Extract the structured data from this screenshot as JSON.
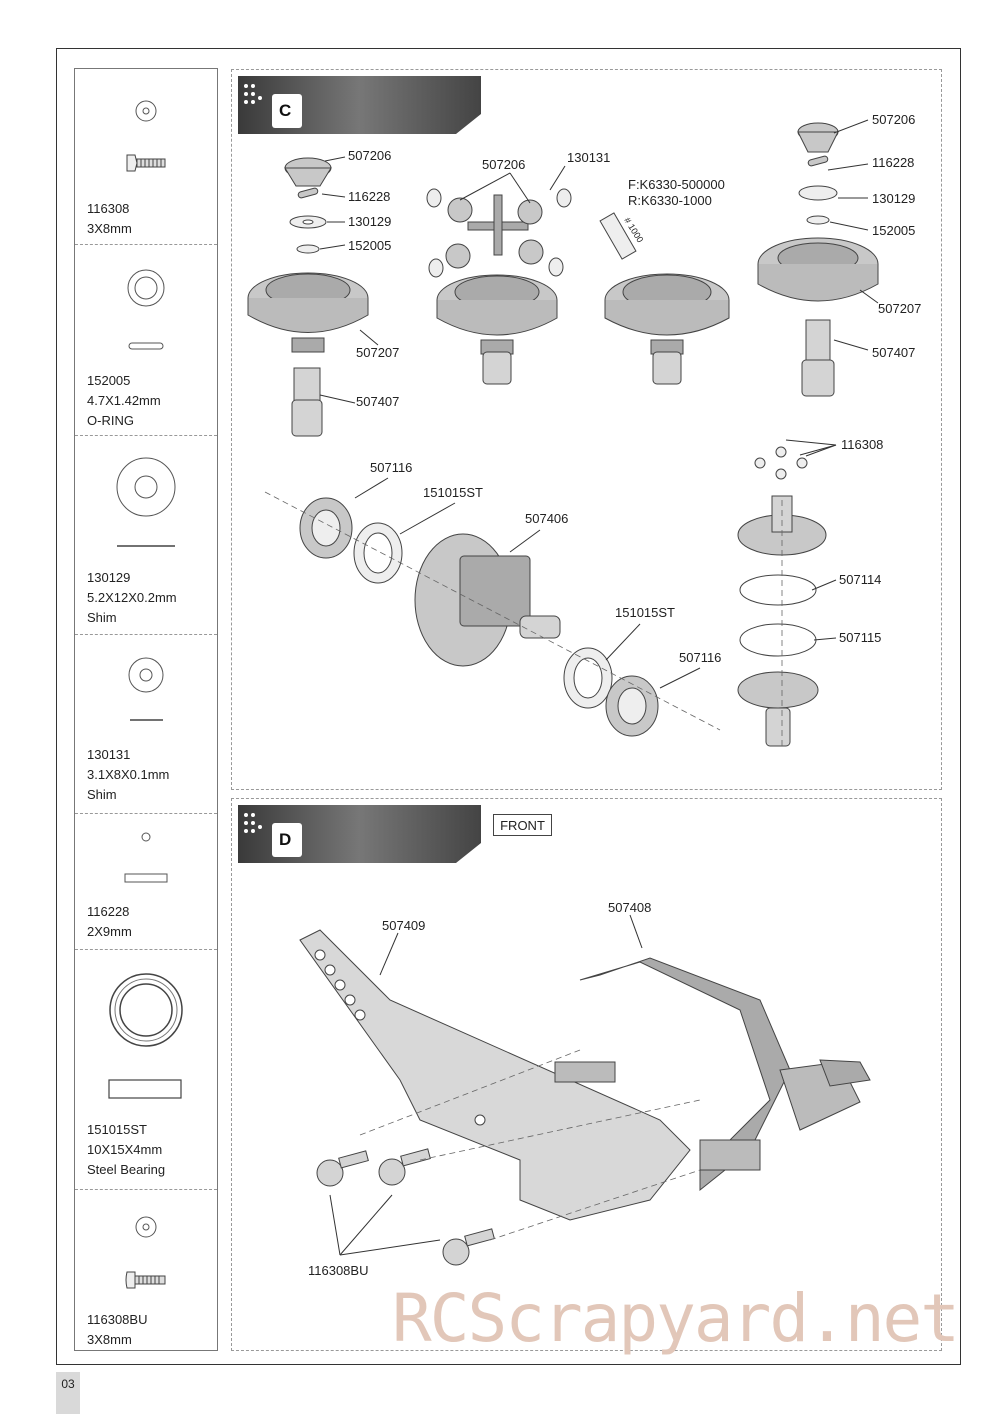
{
  "page_number": "03",
  "watermark": "RCScrapyard.net",
  "parts": [
    {
      "code": "116308",
      "size": "3X8mm",
      "desc": ""
    },
    {
      "code": "152005",
      "size": "4.7X1.42mm",
      "desc": "O-RING"
    },
    {
      "code": "130129",
      "size": "5.2X12X0.2mm",
      "desc": "Shim"
    },
    {
      "code": "130131",
      "size": "3.1X8X0.1mm",
      "desc": "Shim"
    },
    {
      "code": "116228",
      "size": "2X9mm",
      "desc": ""
    },
    {
      "code": "151015ST",
      "size": "10X15X4mm",
      "desc": "Steel Bearing"
    },
    {
      "code": "116308BU",
      "size": "3X8mm",
      "desc": ""
    }
  ],
  "step_c": {
    "letter": "C",
    "labels": {
      "a1_gear": "507206",
      "a1_pin": "116228",
      "a1_shim": "130129",
      "a1_oring": "152005",
      "a1_case": "507207",
      "a1_cup": "507407",
      "a2_gears": "507206",
      "a2_shim": "130131",
      "oil_front": "F:K6330-500000",
      "oil_rear": "R:K6330-1000",
      "oil_bottle": "# 1000",
      "a4_gear": "507206",
      "a4_pin": "116228",
      "a4_shim": "130129",
      "a4_oring": "152005",
      "a4_case": "507207",
      "a4_cup": "507407",
      "b_left_outdrive": "507116",
      "b_left_bearing": "151015ST",
      "b_diff": "507406",
      "b_right_bearing": "151015ST",
      "b_right_outdrive": "507116",
      "r_screws": "116308",
      "r_gasket": "507114",
      "r_oring": "507115"
    }
  },
  "step_d": {
    "letter": "D",
    "front": "FRONT",
    "labels": {
      "plate": "507409",
      "mount": "507408",
      "screws": "116308BU"
    }
  }
}
